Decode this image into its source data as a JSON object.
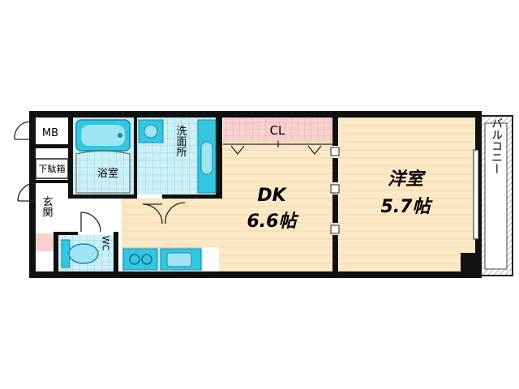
{
  "rooms": {
    "dk_name": "DK",
    "dk_size": "6.6帖",
    "western_name": "洋室",
    "western_size": "5.7帖",
    "bath": "浴室",
    "washroom": "洗面所",
    "closet": "CL",
    "toilet": "WC",
    "entrance": "玄関",
    "shoe_box": "下駄箱",
    "meter_box": "MB",
    "balcony": "バルコニー"
  },
  "colors": {
    "floor": "#fbe8c6",
    "floor_stripe": "#f3d6a8",
    "tile": "#cdeff6",
    "tile_grid": "#7fcfe0",
    "wet_fixture": "#33c6e3",
    "closet": "#f8d0d0",
    "wall": "#111111",
    "balcony_hatch": "#888888"
  }
}
